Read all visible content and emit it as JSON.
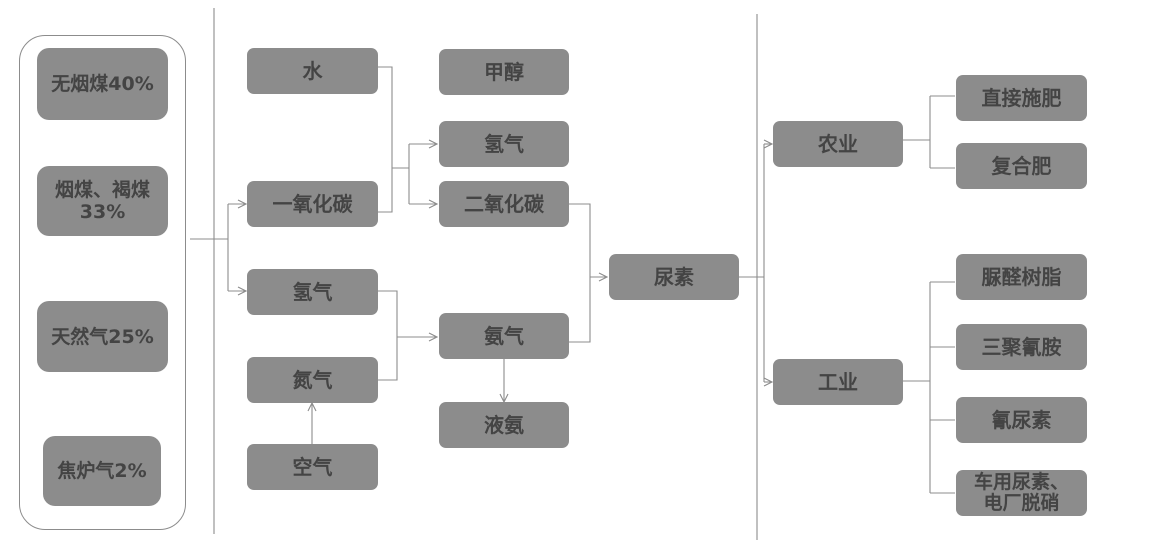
{
  "colors": {
    "node_bg": "#8c8c8c",
    "node_text": "#444444",
    "line": "#8c8c8c"
  },
  "sources": [
    "无烟煤40%",
    "烟煤、褐煤\n33%",
    "天然气25%",
    "焦炉气2%"
  ],
  "nodes": {
    "water": "水",
    "carbon_monoxide": "一氧化碳",
    "hydrogen_main": "氢气",
    "nitrogen": "氮气",
    "air": "空气",
    "methanol": "甲醇",
    "hydrogen_byproduct": "氢气",
    "carbon_dioxide": "二氧化碳",
    "ammonia": "氨气",
    "liquid_ammonia": "液氨",
    "urea": "尿素",
    "agriculture": "农业",
    "industry": "工业"
  },
  "uses": {
    "agriculture": [
      "直接施肥",
      "复合肥"
    ],
    "industry": [
      "脲醛树脂",
      "三聚氰胺",
      "氰尿素",
      "车用尿素、\n电厂脱硝"
    ]
  }
}
